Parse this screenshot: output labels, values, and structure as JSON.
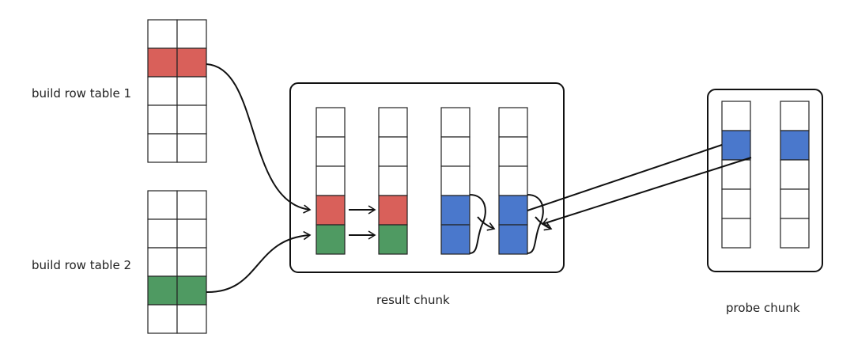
{
  "labels": {
    "build_table_1": "build row table 1",
    "build_table_2": "build row table 2",
    "result_chunk": "result chunk",
    "probe_chunk": "probe chunk"
  },
  "colors": {
    "red": "#d9605a",
    "green": "#4f9a62",
    "blue": "#4a78cc",
    "line": "#111111",
    "cell_border": "#222222"
  },
  "build_tables": [
    {
      "name": "build-row-table-1",
      "columns": 2,
      "rows": 5,
      "highlight_row": 2,
      "color": "red"
    },
    {
      "name": "build-row-table-2",
      "columns": 2,
      "rows": 5,
      "highlight_row": 4,
      "color": "green"
    }
  ],
  "result_chunk": {
    "columns": [
      {
        "name": "result-column-1",
        "rows": 5,
        "highlights": [
          {
            "row": 4,
            "color": "red"
          },
          {
            "row": 5,
            "color": "green"
          }
        ]
      },
      {
        "name": "result-column-2",
        "rows": 5,
        "highlights": [
          {
            "row": 4,
            "color": "red"
          },
          {
            "row": 5,
            "color": "green"
          }
        ]
      },
      {
        "name": "result-column-3",
        "rows": 5,
        "highlights": [
          {
            "row": 4,
            "color": "blue"
          },
          {
            "row": 5,
            "color": "blue"
          }
        ]
      },
      {
        "name": "result-column-4",
        "rows": 5,
        "highlights": [
          {
            "row": 4,
            "color": "blue"
          },
          {
            "row": 5,
            "color": "blue"
          }
        ]
      }
    ]
  },
  "probe_chunk": {
    "columns": [
      {
        "name": "probe-column-1",
        "rows": 5,
        "highlights": [
          {
            "row": 2,
            "color": "blue"
          }
        ]
      },
      {
        "name": "probe-column-2",
        "rows": 5,
        "highlights": [
          {
            "row": 2,
            "color": "blue"
          }
        ]
      }
    ]
  }
}
